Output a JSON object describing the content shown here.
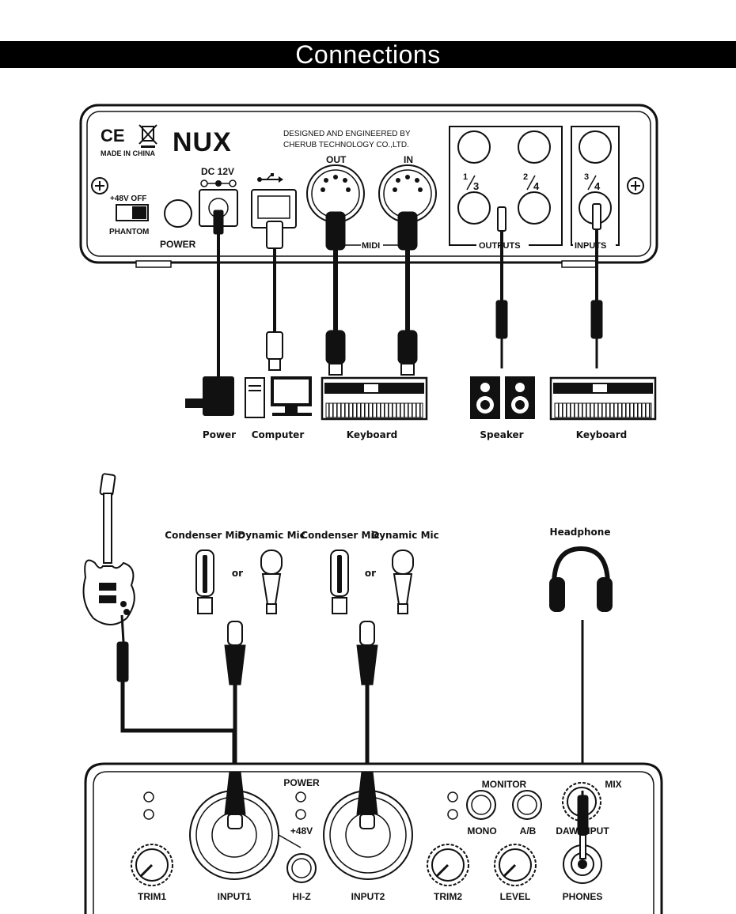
{
  "header": {
    "title": "Connections"
  },
  "rear_panel": {
    "ce_mark": "CE",
    "made_in": "MADE IN CHINA",
    "brand": "NUX",
    "designed_line1": "DESIGNED AND ENGINEERED BY",
    "designed_line2": "CHERUB TECHNOLOGY CO.,LTD.",
    "phantom_top": "+48V OFF",
    "phantom_bottom": "PHANTOM",
    "power": "POWER",
    "dc": "DC 12V",
    "midi_out": "OUT",
    "midi_in": "IN",
    "midi": "MIDI",
    "out_13_num": "1",
    "out_13_den": "3",
    "out_24_num": "2",
    "out_24_den": "4",
    "in_34_num": "3",
    "in_34_den": "4",
    "outputs": "OUTPUTS",
    "inputs": "INPUTS"
  },
  "devices": {
    "power": "Power",
    "computer": "Computer",
    "keyboard1": "Keyboard",
    "speaker": "Speaker",
    "keyboard2": "Keyboard"
  },
  "mics": {
    "condenser1": "Condenser Mic",
    "dynamic1": "Dynamic Mic",
    "or1": "or",
    "condenser2": "Condenser Mic",
    "dynamic2": "Dynamic Mic",
    "or2": "or",
    "headphone": "Headphone"
  },
  "front_panel": {
    "power": "POWER",
    "p48v": "+48V",
    "monitor": "MONITOR",
    "mix": "MIX",
    "mono": "MONO",
    "ab": "A/B",
    "daw_input": "DAW INPUT",
    "trim1": "TRIM1",
    "input1": "INPUT1",
    "hiz": "HI-Z",
    "input2": "INPUT2",
    "trim2": "TRIM2",
    "level": "LEVEL",
    "phones": "PHONES"
  }
}
